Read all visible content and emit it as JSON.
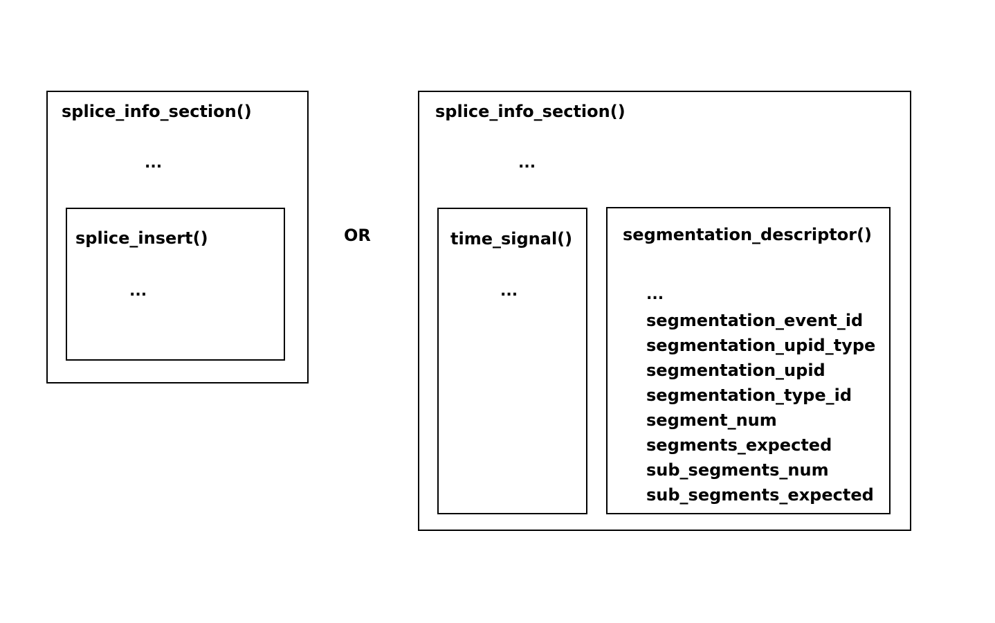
{
  "left_section": {
    "title": "splice_info_section()",
    "ellipsis": "...",
    "inner": {
      "title": "splice_insert()",
      "ellipsis": "..."
    }
  },
  "separator": "OR",
  "right_section": {
    "title": "splice_info_section()",
    "ellipsis": "...",
    "time_signal": {
      "title": "time_signal()",
      "ellipsis": "..."
    },
    "segmentation_descriptor": {
      "title": "segmentation_descriptor()",
      "ellipsis": "...",
      "fields": [
        "segmentation_event_id",
        "segmentation_upid_type",
        "segmentation_upid",
        "segmentation_type_id",
        "segment_num",
        "segments_expected",
        "sub_segments_num",
        "sub_segments_expected"
      ]
    }
  }
}
